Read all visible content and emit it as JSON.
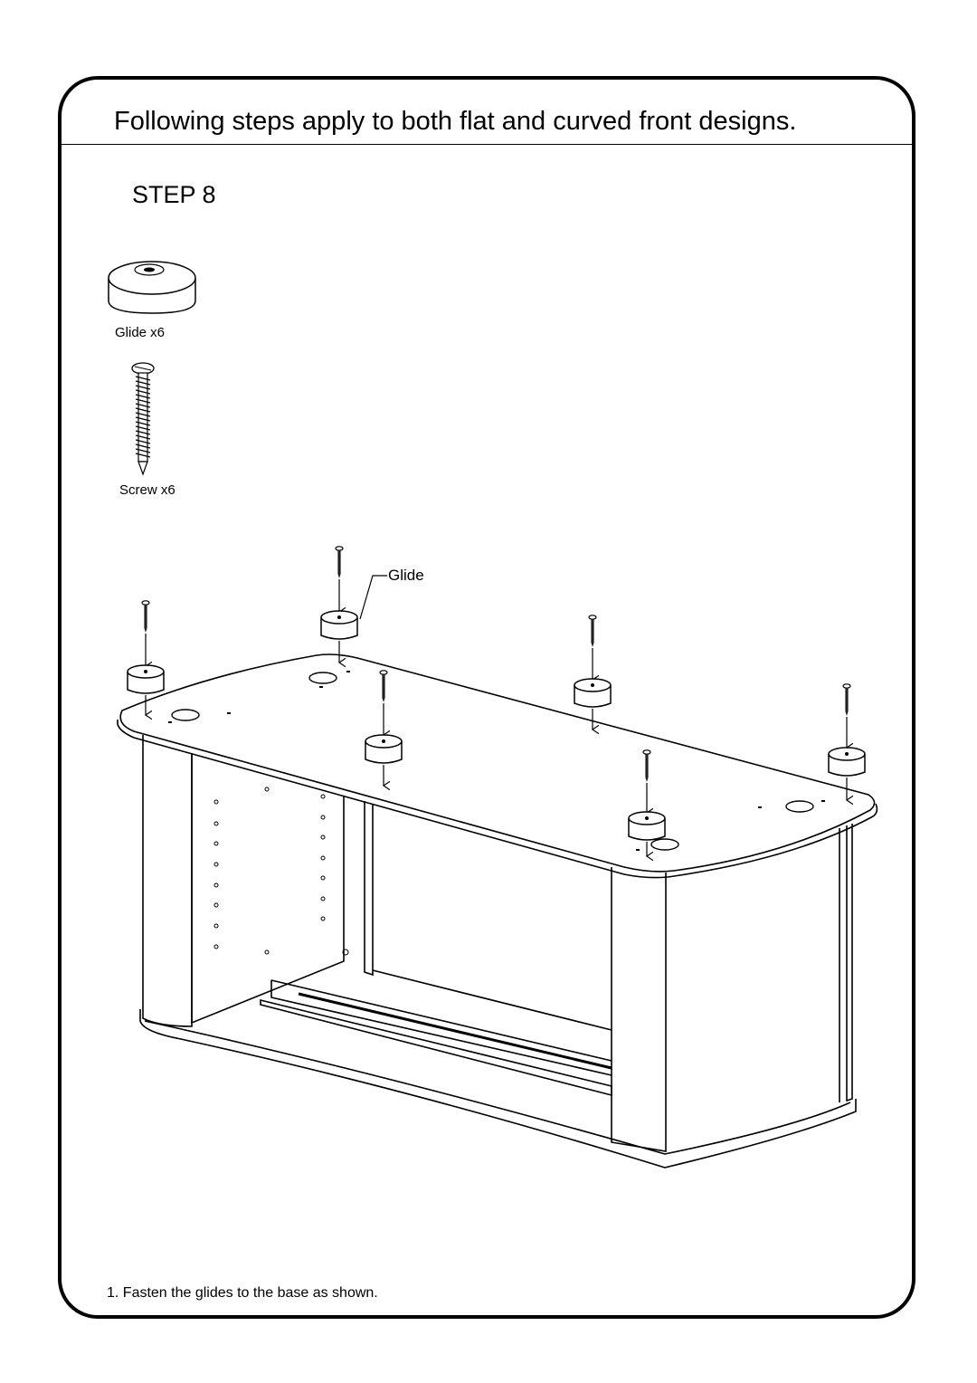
{
  "header": {
    "title": "Following steps apply to both flat and curved front designs."
  },
  "step": {
    "label": "STEP 8"
  },
  "parts": [
    {
      "name": "Glide",
      "label": "Glide x6"
    },
    {
      "name": "Screw",
      "label": "Screw x6"
    }
  ],
  "diagram": {
    "callout": "Glide"
  },
  "instructions": [
    "1. Fasten the glides to the base as shown."
  ]
}
